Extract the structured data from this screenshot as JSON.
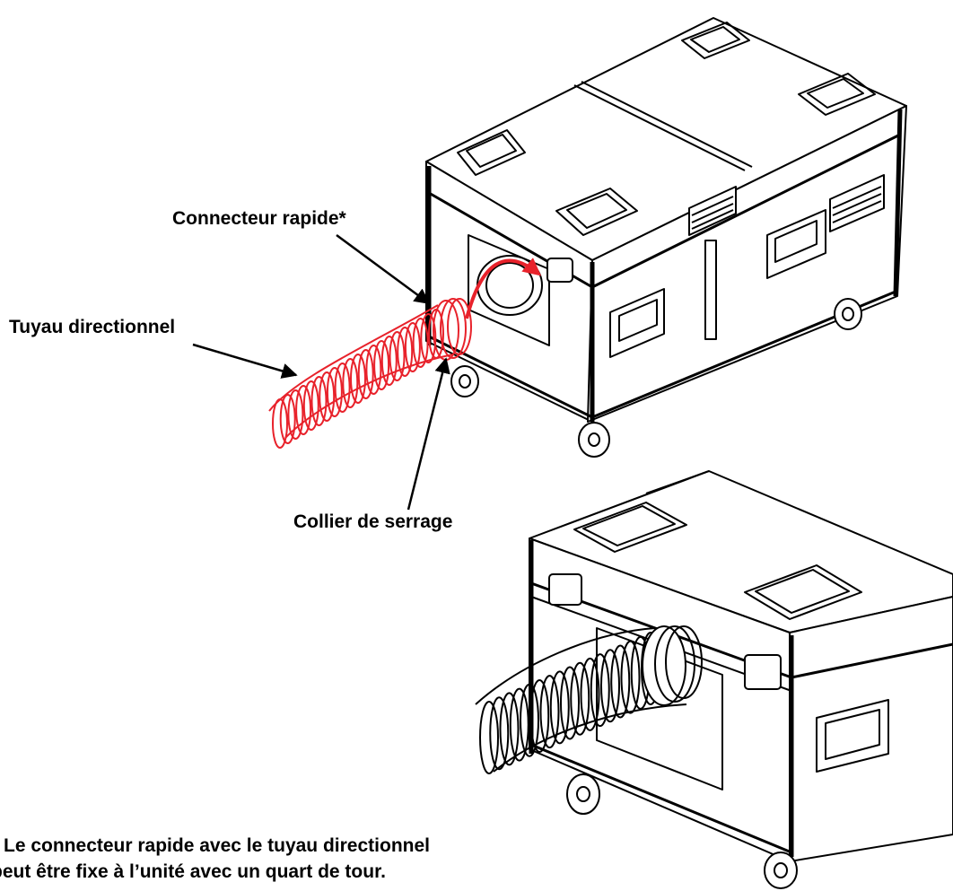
{
  "labels": {
    "quick_connector": "Connecteur rapide*",
    "directional_hose": "Tuyau directionnel",
    "clamp": "Collier de serrage"
  },
  "footnote": {
    "line1": "* Le connecteur rapide avec le tuyau directionnel",
    "line2": "peut être fixe à l’unité avec un quart de tour."
  },
  "colors": {
    "line": "#000000",
    "highlight": "#e8222b"
  },
  "icons": {
    "rotation_arrow": "curved-arrow-icon"
  }
}
